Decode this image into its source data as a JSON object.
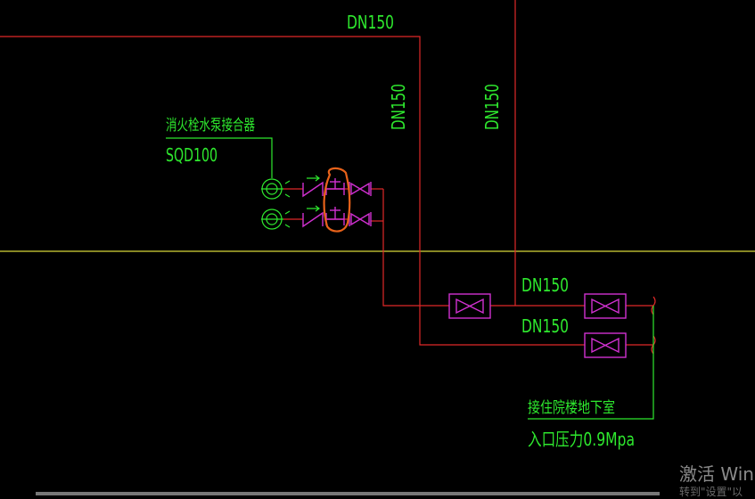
{
  "pipe_labels": {
    "top_main": "DN150",
    "vertical_left": "DN150",
    "vertical_right": "DN150",
    "branch_upper": "DN150",
    "branch_lower": "DN150"
  },
  "connector": {
    "name": "消火栓水泵接合器",
    "model": "SQD100"
  },
  "destination": {
    "line1": "接住院楼地下室",
    "line2": "入口压力0.9Mpa"
  },
  "watermark": {
    "text": "激活 Wind",
    "subtext": "转到\"设置\"以"
  },
  "colors": {
    "background": "#000000",
    "pipe": "#e02828",
    "label": "#2ee82e",
    "valve": "#d030d0",
    "divider": "#d8d83a",
    "highlight": "#e8621a"
  }
}
